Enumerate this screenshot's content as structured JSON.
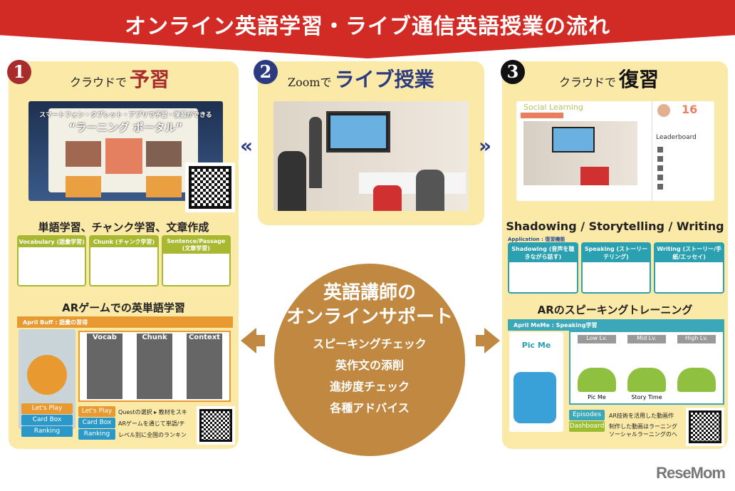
{
  "header": {
    "title": "オンライン英語学習・ライブ通信英語授業の流れ"
  },
  "steps": [
    {
      "number": "1",
      "prefix": "クラウドで",
      "emphasis": "予習",
      "color": "#a82c2c",
      "screenshot_title": "スマートフォン・タブレット・アプリで予習・復習ができる",
      "screenshot_subtitle": "“ラーニング ポータル”",
      "section1": "単語学習、チャンク学習、文章作成",
      "section1_cards": [
        "Vocabulary (語彙学習)",
        "Chunk (チャンク学習)",
        "Sentence/Passage (文章学習)"
      ],
      "section2": "ARゲームでの英単語学習",
      "section2_bar": "April Buff : 語彙の習得",
      "section2_cards": [
        "Vocab",
        "Chunk",
        "Context"
      ],
      "section2_buttons": [
        "Let's Play",
        "Card Box",
        "Ranking"
      ],
      "section2_notes": [
        "Questの選択 ▸ 教材をスキ",
        "ARゲームを通じて単語/チ",
        "レベル別に全国のランキン"
      ]
    },
    {
      "number": "2",
      "prefix": "Zoomで",
      "emphasis": "ライブ授業",
      "color": "#2c3a80"
    },
    {
      "number": "3",
      "prefix": "クラウドで",
      "emphasis": "復習",
      "color": "#111111",
      "screenshot_title": "Social Learning",
      "score": "16",
      "leaderboard": "Leaderboard",
      "section1": "Shadowing / Storytelling / Writing",
      "section1_label": "Application : 復習機能",
      "section1_cards": [
        "Shadowing (音声を聴きながら話す)",
        "Speaking (ストーリーテリング)",
        "Writing (ストーリー/手紙/エッセイ)"
      ],
      "section2": "ARのスピーキングトレーニング",
      "section2_bar": "April MeMe : Speaking学習",
      "app_name": "Pic Me",
      "levels": [
        "Low Lv.",
        "Mid Lv.",
        "High Lv."
      ],
      "level_captions": [
        "Pic Me",
        "Story Time"
      ],
      "section2_buttons": [
        "Episodes",
        "Dashboard"
      ],
      "section2_notes": [
        "AR技術を活用した動画作",
        "制作した動画はラーニング",
        "ソーシャルラーニングのへ"
      ]
    }
  ],
  "support": {
    "title_line1": "英語講師の",
    "title_line2": "オンラインサポート",
    "items": [
      "スピーキングチェック",
      "英作文の添削",
      "進捗度チェック",
      "各種アドバイス"
    ]
  },
  "colors": {
    "banner": "#d22a24",
    "panel": "#fbe9a8",
    "circle": "#c08840",
    "arrow_dark": "#2c3a80"
  },
  "logo": "ReseMom"
}
